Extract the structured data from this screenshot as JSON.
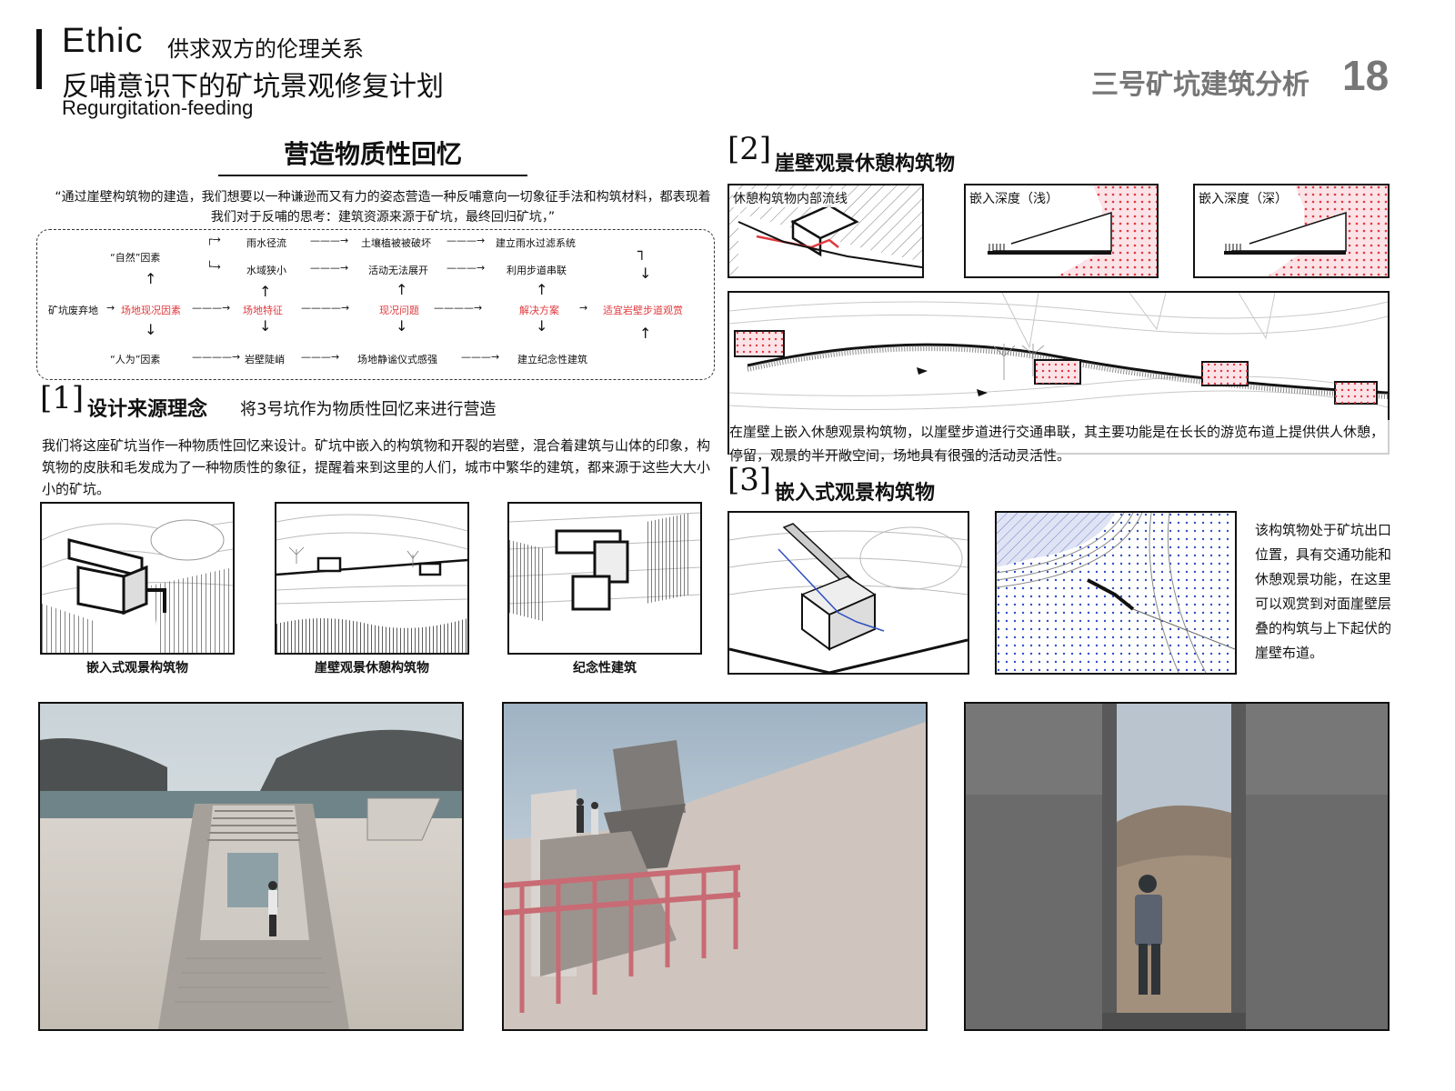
{
  "header": {
    "en_title": "Ethic",
    "subtitle": "供求双方的伦理关系",
    "cn_title": "反哺意识下的矿坑景观修复计划",
    "en_subtitle": "Regurgitation-feeding",
    "page_title": "三号矿坑建筑分析",
    "page_number": "18"
  },
  "intro": {
    "heading": "营造物质性回忆",
    "quote": "“通过崖壁构筑物的建造，我们想要以一种谦逊而又有力的姿态营造一种反哺意向一切象征手法和构筑材料，都表现着我们对于反哺的思考：建筑资源来源于矿坑，最终回归矿坑，”"
  },
  "flow": {
    "start": "矿坑废弃地",
    "site_factor": "场地现况因素",
    "nature": "“自然”因素",
    "human": "“人为”因素",
    "feature": "场地特征",
    "problem": "现况问题",
    "solution": "解决方案",
    "result": "适宜岩壁步道观赏",
    "top1": "雨水径流",
    "top2": "土壤植被被破坏",
    "top3": "建立雨水过滤系统",
    "mid1": "水域狭小",
    "mid2": "活动无法展开",
    "mid3": "利用步道串联",
    "bot1": "岩壁陡峭",
    "bot2": "场地静谧仪式感强",
    "bot3": "建立纪念性建筑"
  },
  "section1": {
    "num": "[1]",
    "title": "设计来源理念",
    "subtitle": "将3号坑作为物质性回忆来进行营造",
    "desc": "我们将这座矿坑当作一种物质性回忆来设计。矿坑中嵌入的构筑物和开裂的岩壁，混合着建筑与山体的印象，构筑物的皮肤和毛发成为了一种物质性的象征，提醒着来到这里的人们，城市中繁华的建筑，都来源于这些大大小小的矿坑。",
    "captions": [
      "嵌入式观景构筑物",
      "崖壁观景休憩构筑物",
      "纪念性建筑"
    ]
  },
  "section2": {
    "num": "[2]",
    "title": "崖壁观景休憩构筑物",
    "box1": "休憩构筑物内部流线",
    "box2": "嵌入深度（浅）",
    "box3": "嵌入深度（深）",
    "caption": "在崖壁上嵌入休憩观景构筑物，以崖壁步道进行交通串联，其主要功能是在长长的游览布道上提供供人休憩，停留，观景的半开敞空间，场地具有很强的活动灵活性。"
  },
  "section3": {
    "num": "[3]",
    "title": "嵌入式观景构筑物",
    "side": "该构筑物处于矿坑出口位置，具有交通功能和休憩观景功能，在这里可以观赏到对面崖壁层叠的构筑与上下起伏的崖壁布道。"
  },
  "colors": {
    "accent_red": "#e0393e",
    "pink_dots": "#f4b6c2",
    "blue_dots": "#9aa8d8"
  }
}
